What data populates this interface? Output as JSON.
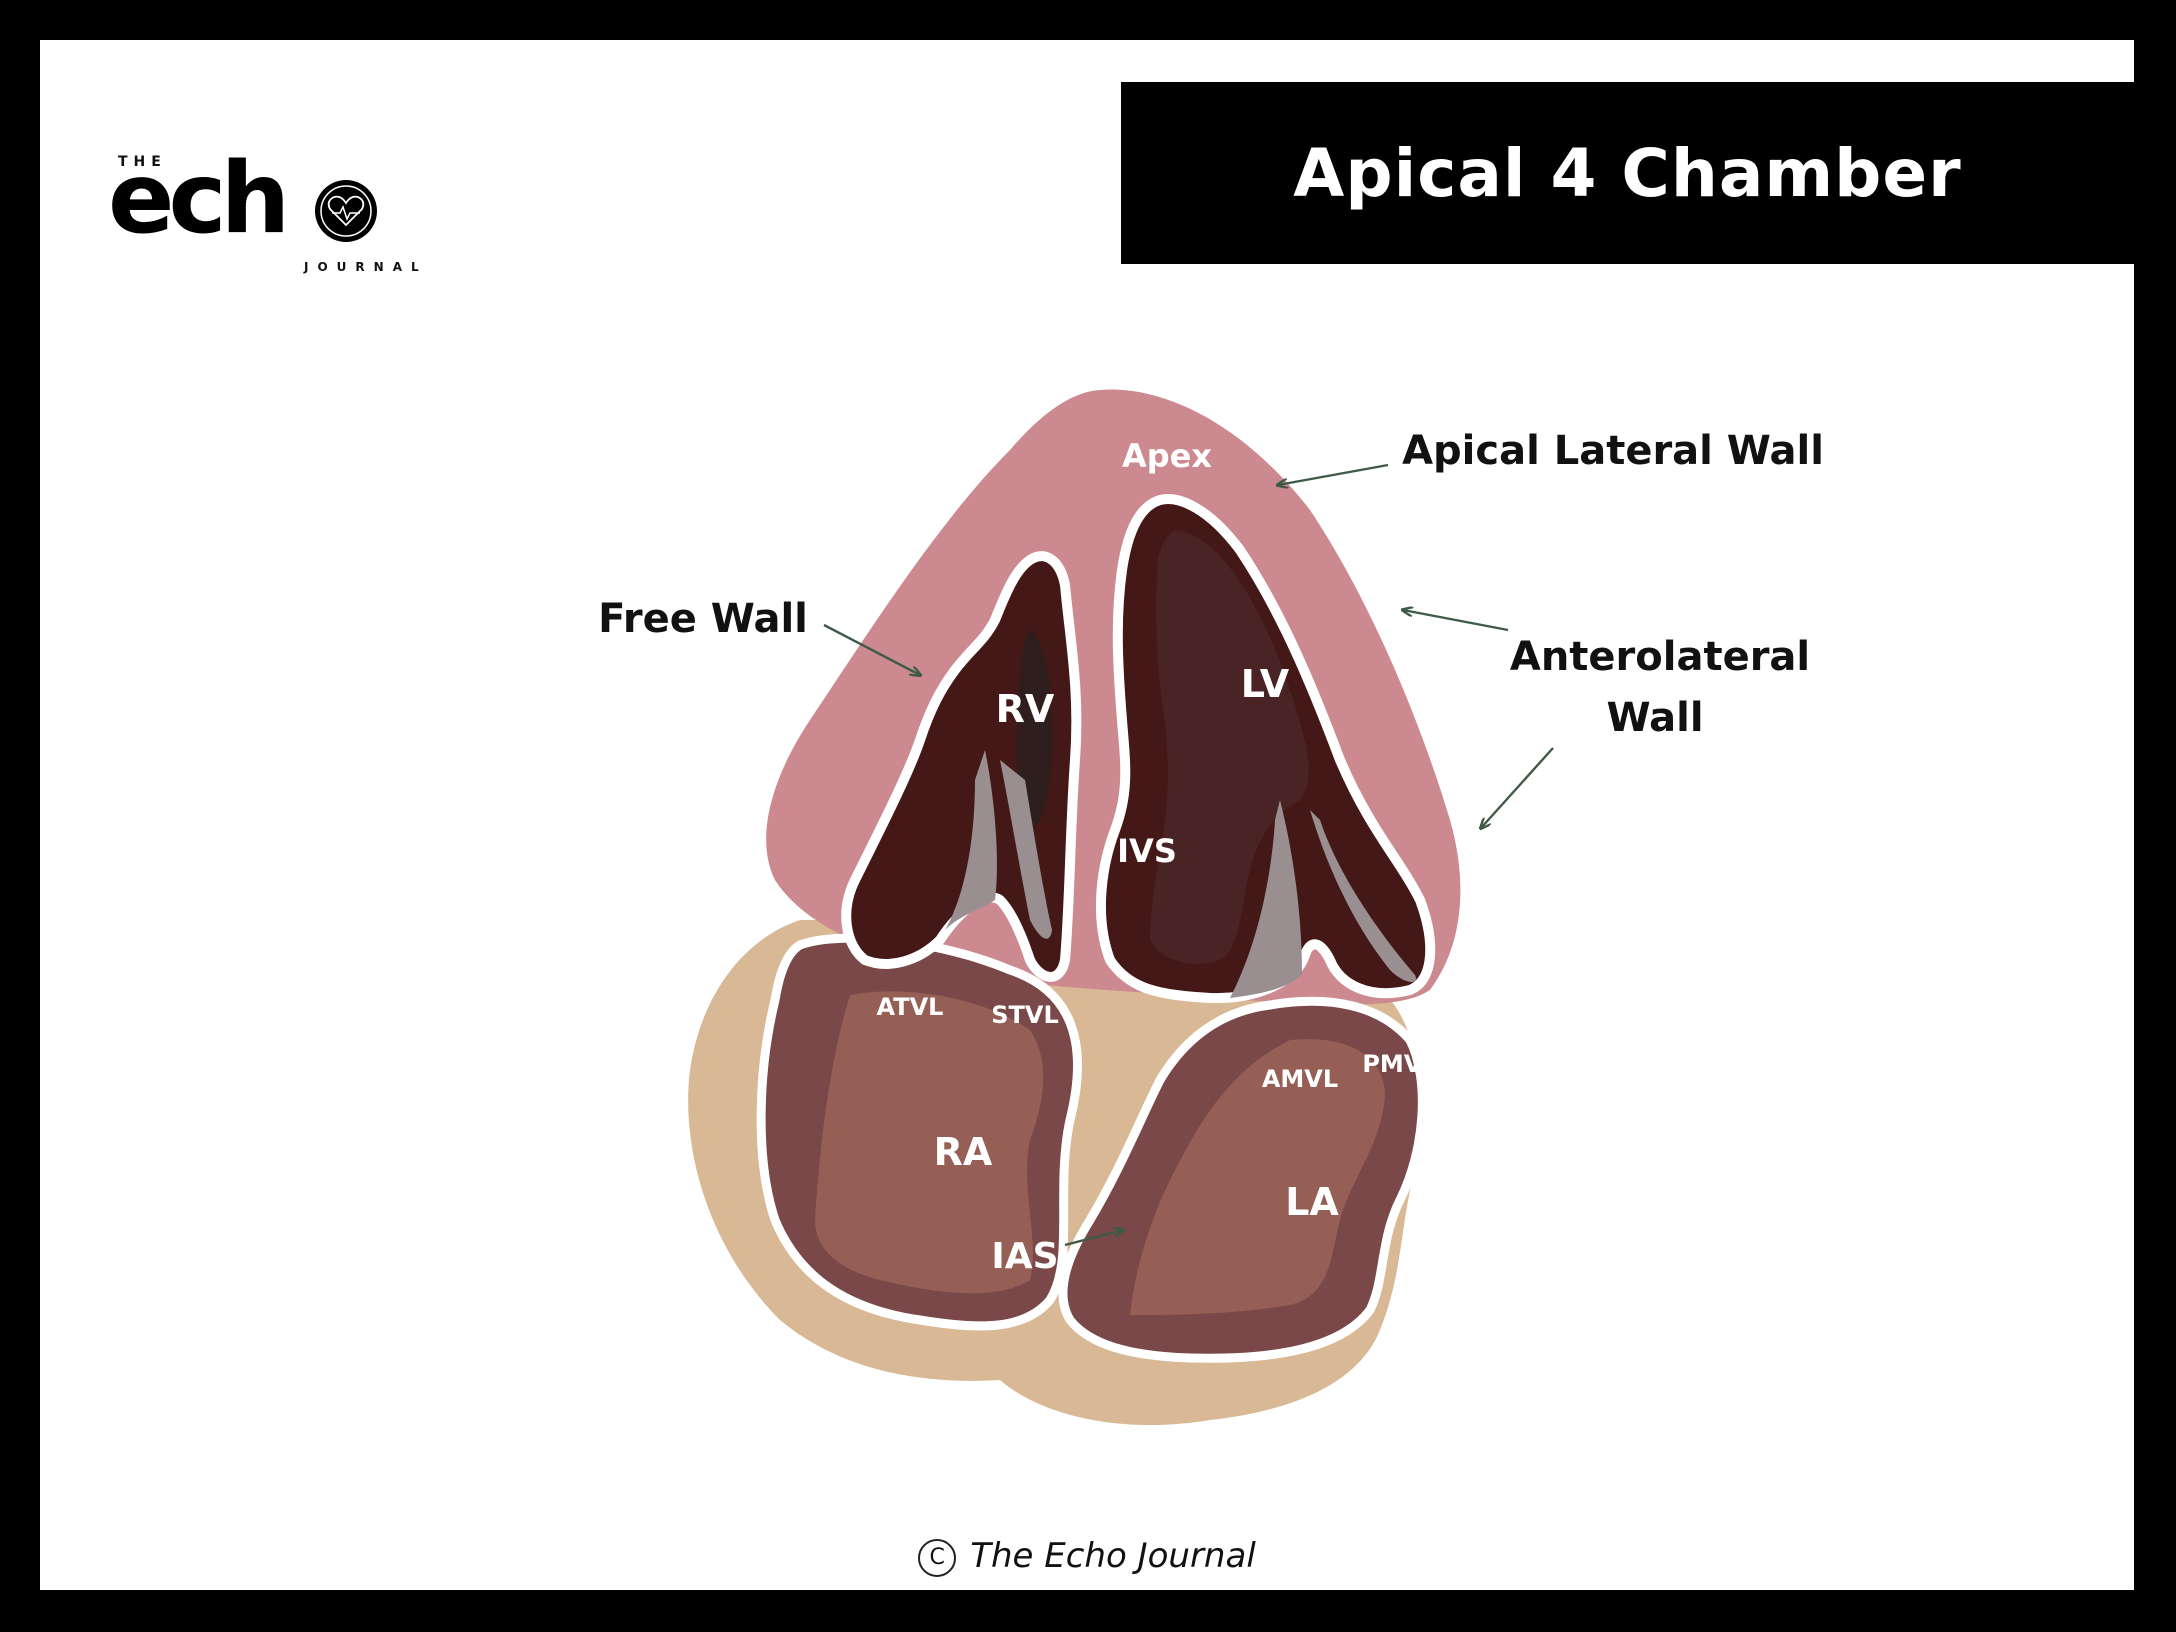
{
  "title": "Apical 4 Chamber",
  "logo": {
    "the": "THE",
    "echo": "ech",
    "journal": "JOURNAL"
  },
  "chambers": {
    "rv": "RV",
    "lv": "LV",
    "ra": "RA",
    "la": "LA"
  },
  "structures": {
    "apex": "Apex",
    "ivs": "IVS",
    "ias": "IAS",
    "atvl": "ATVL",
    "stvl": "STVL",
    "amvl": "AMVL",
    "pmvl": "PMVL"
  },
  "annotations": {
    "apical_lateral_wall": "Apical Lateral Wall",
    "free_wall": "Free Wall",
    "anterolateral_line1": "Anterolateral",
    "anterolateral_line2": "Wall"
  },
  "copyright": {
    "symbol": "C",
    "text": "The Echo Journal"
  },
  "colors": {
    "myocardium_pink": "#cc8a90",
    "atria_tan": "#d9b895",
    "ventricle_dark": "#451818",
    "lv_inner": "#4a2424",
    "atrium_outer": "#7a4848",
    "atrium_inner": "#955f55",
    "valve_gray": "#9a8f90",
    "arrow": "#3f5a47"
  }
}
